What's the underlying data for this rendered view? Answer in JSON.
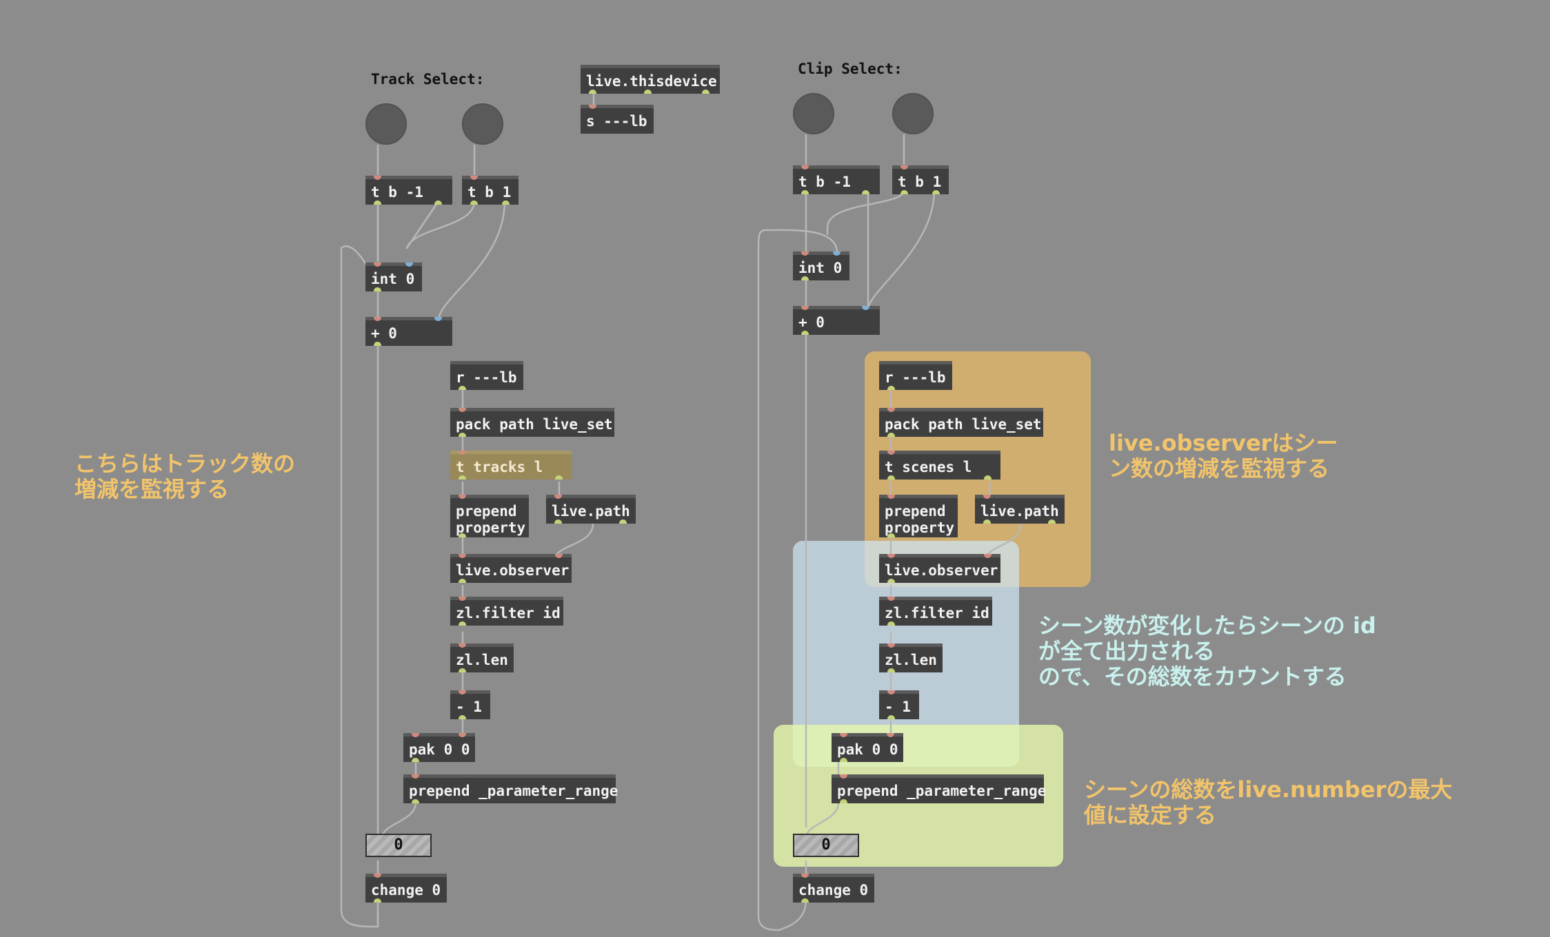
{
  "labels": {
    "track_select": "Track Select:",
    "clip_select": "Clip Select:"
  },
  "objects": {
    "live_thisdevice": "live.thisdevice",
    "send_lb": "s ---lb",
    "left": {
      "t_b_minus1": "t b -1",
      "t_b_1": "t b 1",
      "int_0": "int 0",
      "plus_0": "+ 0",
      "r_lb": "r ---lb",
      "pack_path": "pack path live_set",
      "t_tracks": "t tracks l",
      "prepend_property": "prepend\nproperty",
      "live_path": "live.path",
      "live_observer": "live.observer",
      "zl_filter": "zl.filter id",
      "zl_len": "zl.len",
      "minus_1": "- 1",
      "pak": "pak 0 0",
      "prepend_range": "prepend _parameter_range",
      "number": "0",
      "change": "change 0"
    },
    "right": {
      "t_b_minus1": "t b -1",
      "t_b_1": "t b 1",
      "int_0": "int 0",
      "plus_0": "+ 0",
      "r_lb": "r ---lb",
      "pack_path": "pack path live_set",
      "t_scenes": "t scenes l",
      "prepend_property": "prepend\nproperty",
      "live_path": "live.path",
      "live_observer": "live.observer",
      "zl_filter": "zl.filter id",
      "zl_len": "zl.len",
      "minus_1": "- 1",
      "pak": "pak 0 0",
      "prepend_range": "prepend _parameter_range",
      "number": "0",
      "change": "change 0"
    }
  },
  "comments": {
    "track_count": "こちらはトラック数の\n増減を監視する",
    "observer": "live.observerはシー\nン数の増減を監視する",
    "scene_ids": "シーン数が変化したらシーンの id\nが全て出力される\nので、その総数をカウントする",
    "total": "シーンの総数をlive.numberの最大\n値に設定する"
  },
  "colors": {
    "background": "#8c8c8c",
    "object_box": "#3f3f3f",
    "message_box": "#9a8958",
    "note_orange": "#f2c46b",
    "note_cyan": "#c9f1ee",
    "panel_orange": "#d7b26f",
    "panel_blue": "#c6dfee",
    "panel_green": "#e4f5a7"
  }
}
